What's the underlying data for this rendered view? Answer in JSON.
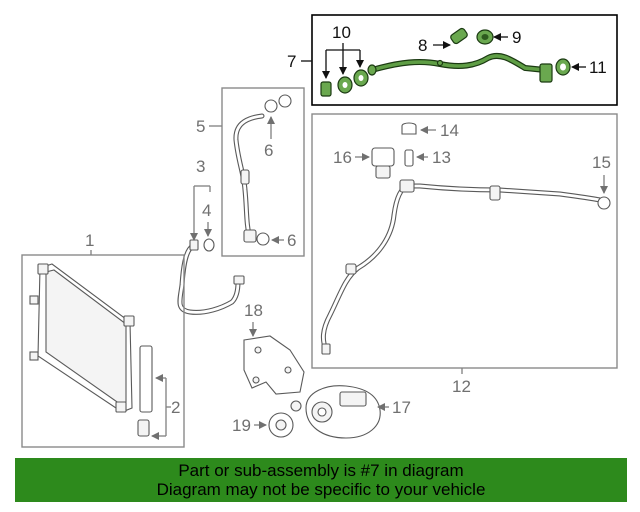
{
  "callouts": {
    "c1": "1",
    "c2": "2",
    "c3": "3",
    "c4": "4",
    "c5": "5",
    "c6a": "6",
    "c6b": "6",
    "c7": "7",
    "c8": "8",
    "c9": "9",
    "c10": "10",
    "c11": "11",
    "c12": "12",
    "c13": "13",
    "c14": "14",
    "c15": "15",
    "c16": "16",
    "c17": "17",
    "c18": "18",
    "c19": "19"
  },
  "banner": {
    "line1": "Part or sub-assembly is #7 in diagram",
    "line2": "Diagram may not be specific to your vehicle"
  },
  "colors": {
    "highlight_part": "#6aa84f",
    "banner_bg": "#2d8a1c"
  }
}
